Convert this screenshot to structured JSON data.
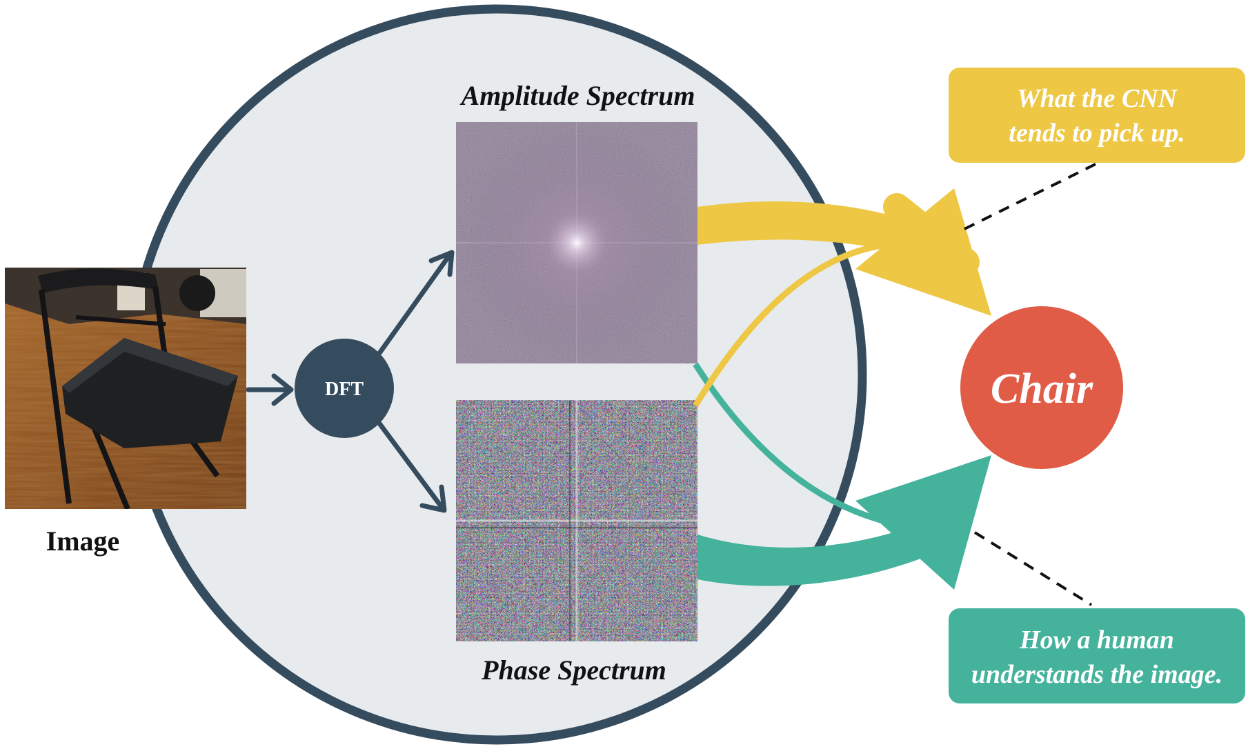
{
  "labels": {
    "image": "Image",
    "dft": "DFT",
    "amplitude": "Amplitude Spectrum",
    "phase": "Phase Spectrum",
    "output": "Chair"
  },
  "callouts": {
    "cnn": {
      "line1": "What the CNN",
      "line2": "tends to pick up."
    },
    "human": {
      "line1": "How a human",
      "line2": "understands the image."
    }
  },
  "colors": {
    "circle_fill": "#e8ebed",
    "circle_stroke": "#354b5e",
    "dft_node": "#354b5e",
    "amplitude_flow": "#eec744",
    "phase_flow": "#45b39c",
    "chair_node": "#e05c47",
    "callout_text": "#ffffff",
    "label_text": "#111111"
  },
  "icons": {
    "input_image": "chair-photo",
    "amplitude_image": "amplitude-spectrum-noise",
    "phase_image": "phase-spectrum-noise"
  }
}
